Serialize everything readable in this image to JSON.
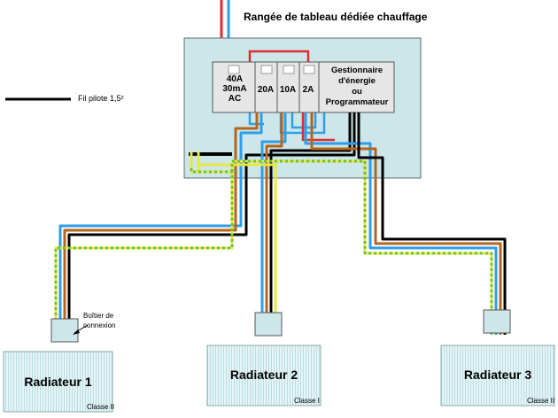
{
  "title": "Rangée de tableau dédiée chauffage",
  "legend": {
    "label": "Fil pilote 1,5²"
  },
  "panel": {
    "breakers": [
      {
        "lines": [
          "40A",
          "30mA",
          "AC"
        ]
      },
      {
        "lines": [
          "20A"
        ]
      },
      {
        "lines": [
          "10A"
        ]
      },
      {
        "lines": [
          "2A"
        ]
      }
    ],
    "manager_lines": [
      "Gestionnaire",
      "d'énergie",
      "ou",
      "Programmateur"
    ]
  },
  "junction_box_label": [
    "Boîtier de",
    "connexion"
  ],
  "radiators": [
    {
      "name": "Radiateur 1",
      "class": "Classe II"
    },
    {
      "name": "Radiateur 2",
      "class": "Classe I"
    },
    {
      "name": "Radiateur 3",
      "class": "Classe II"
    }
  ],
  "colors": {
    "enclosure_fill": "#cce6ea",
    "radiator_fill": "#dff0f3",
    "phase": "#e52b2b",
    "neutral": "#2e9ee8",
    "earth": "#e8e83a",
    "earth_stripe": "#6fbf3f",
    "brown": "#b5651d",
    "pilot": "#000000"
  }
}
